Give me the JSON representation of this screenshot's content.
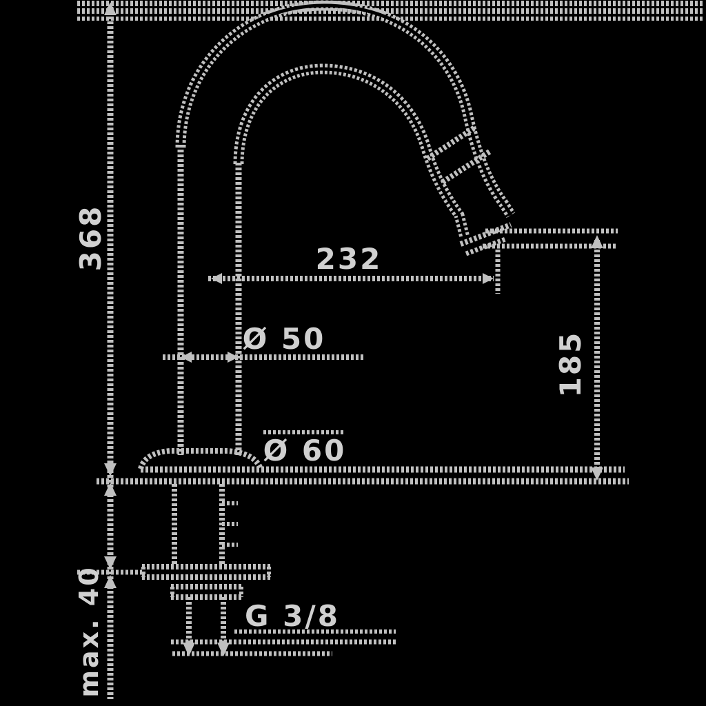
{
  "colors": {
    "background": "#000000",
    "line": "#c0c0c0",
    "text": "#d0d0d0"
  },
  "labels": {
    "overall_height": "368",
    "spout_reach": "232",
    "outlet_height": "185",
    "body_diameter": "Ø 50",
    "base_diameter": "Ø 60",
    "supply_connection": "G 3/8",
    "max_counter_thickness": "max. 40"
  }
}
